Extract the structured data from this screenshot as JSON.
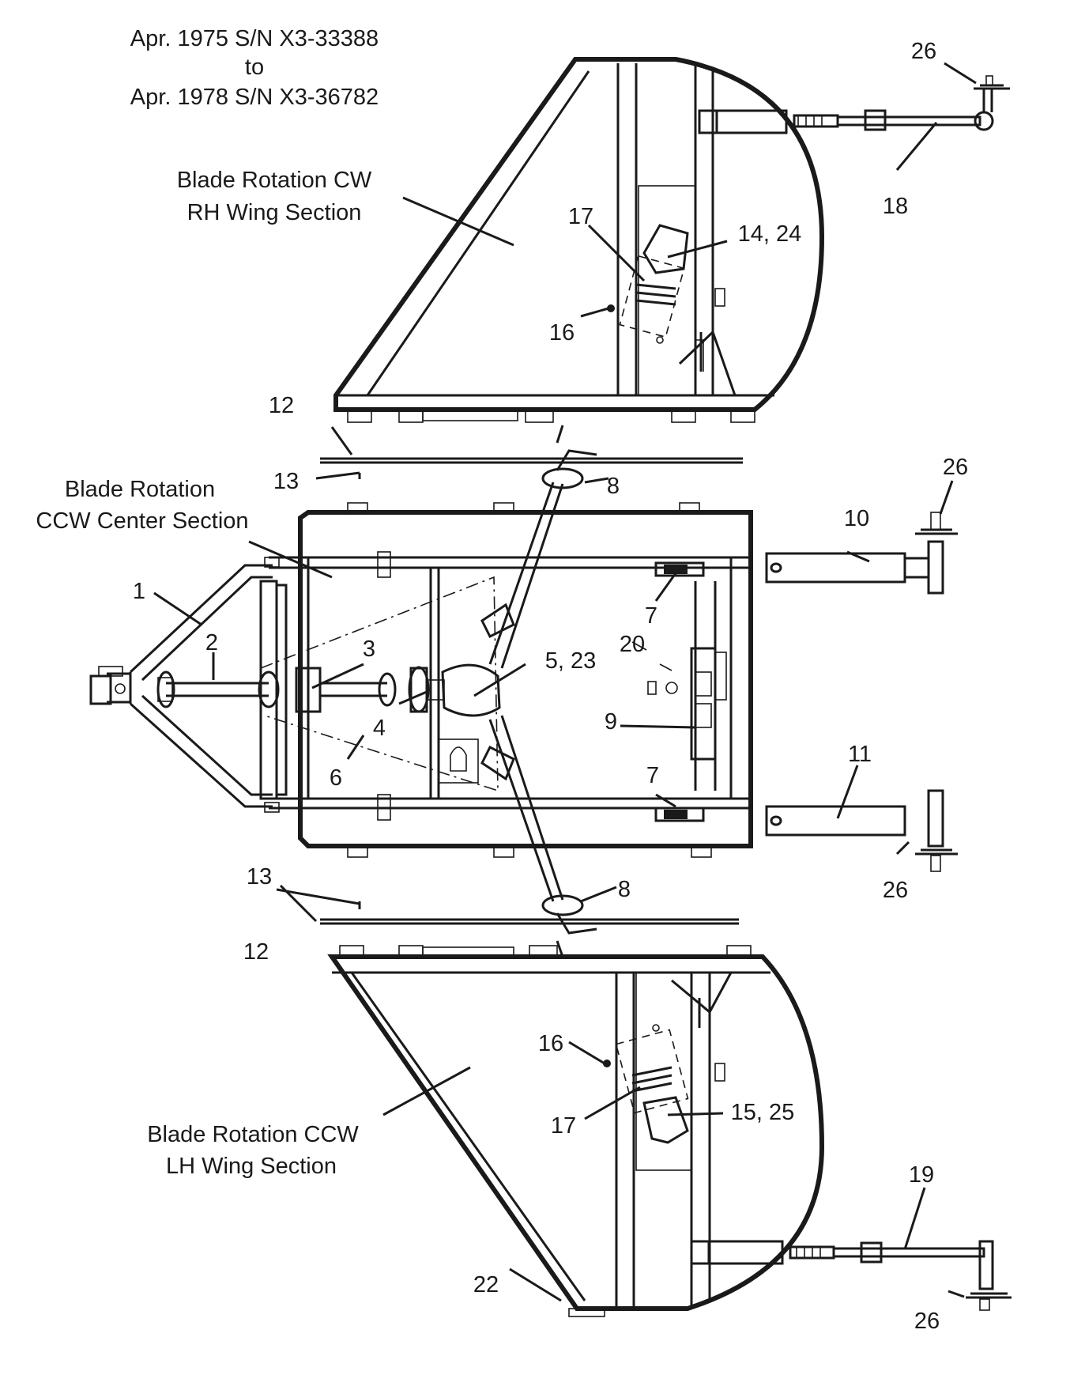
{
  "serial_range": {
    "line1": "Apr. 1975 S/N X3-33388",
    "line2": "to",
    "line3": "Apr. 1978 S/N X3-36782"
  },
  "sections": {
    "rh_wing": {
      "line1": "Blade Rotation CW",
      "line2": "RH Wing Section"
    },
    "center": {
      "line1": "Blade Rotation",
      "line2": "CCW Center Section"
    },
    "lh_wing": {
      "line1": "Blade Rotation CCW",
      "line2": "LH Wing Section"
    }
  },
  "callouts": {
    "c1": "1",
    "c2": "2",
    "c3": "3",
    "c4": "4",
    "c5_23": "5, 23",
    "c6": "6",
    "c7a": "7",
    "c7b": "7",
    "c8a": "8",
    "c8b": "8",
    "c9": "9",
    "c10": "10",
    "c11": "11",
    "c12a": "12",
    "c12b": "12",
    "c13a": "13",
    "c13b": "13",
    "c14_24": "14, 24",
    "c15_25": "15, 25",
    "c16a": "16",
    "c16b": "16",
    "c17a": "17",
    "c17b": "17",
    "c18": "18",
    "c19": "19",
    "c20": "20",
    "c22": "22",
    "c26a": "26",
    "c26b": "26",
    "c26c": "26",
    "c26d": "26"
  }
}
